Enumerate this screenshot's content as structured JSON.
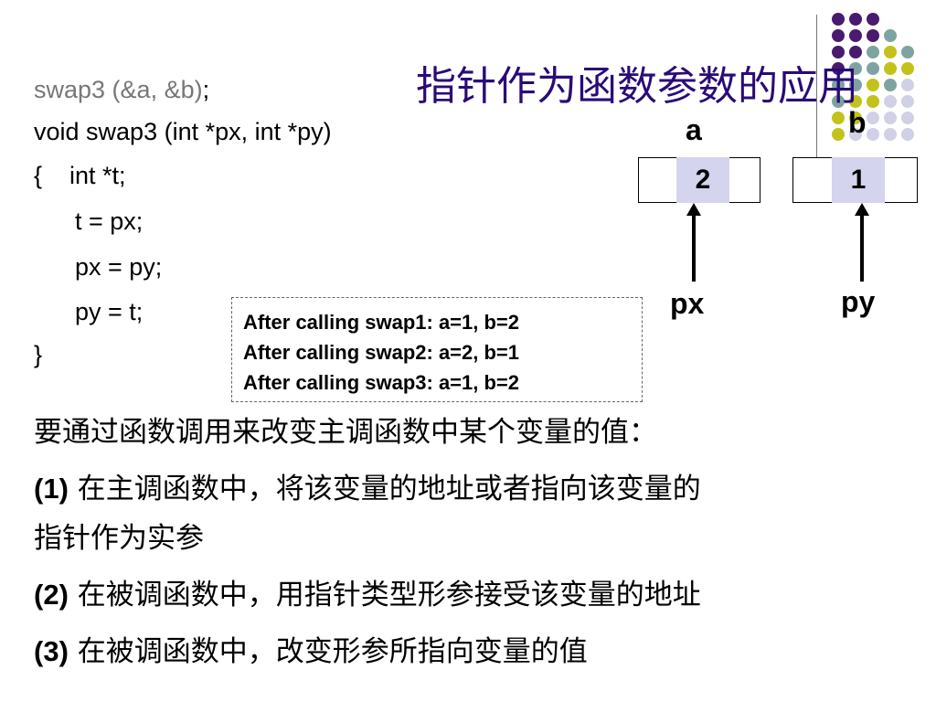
{
  "title": "指针作为函数参数的应用",
  "code": {
    "call": "swap3 (&a, &b)",
    "call_semicolon": ";",
    "lines": [
      "void swap3 (int *px, int *py)",
      "{    int *t;",
      "      t = px;",
      "      px = py;",
      "      py = t;",
      "}"
    ]
  },
  "diagram": {
    "var_a": {
      "label": "a",
      "value": "2"
    },
    "var_b": {
      "label": "b",
      "value": "1"
    },
    "pointer_a": "px",
    "pointer_b": "py",
    "box_color": "#d4d4ee"
  },
  "output": {
    "lines": [
      "After calling swap1: a=1, b=2",
      "After calling swap2: a=2, b=1",
      "After calling swap3: a=1, b=2"
    ]
  },
  "explanation": {
    "intro": "要通过函数调用来改变主调函数中某个变量的值：",
    "steps": [
      {
        "num": "(1)",
        "text": " 在主调函数中，将该变量的地址或者指向该变量的",
        "cont": "指针作为实参"
      },
      {
        "num": "(2)",
        "text": " 在被调函数中，用指针类型形参接受该变量的地址"
      },
      {
        "num": "(3)",
        "text": " 在被调函数中，改变形参所指向变量的值"
      }
    ]
  },
  "colors": {
    "title": "#2a0a78",
    "dot_purple": "#4a1a6e",
    "dot_teal": "#7fa3a0",
    "dot_yellow": "#c2c21a",
    "dot_lavender": "#d0d0e6"
  }
}
